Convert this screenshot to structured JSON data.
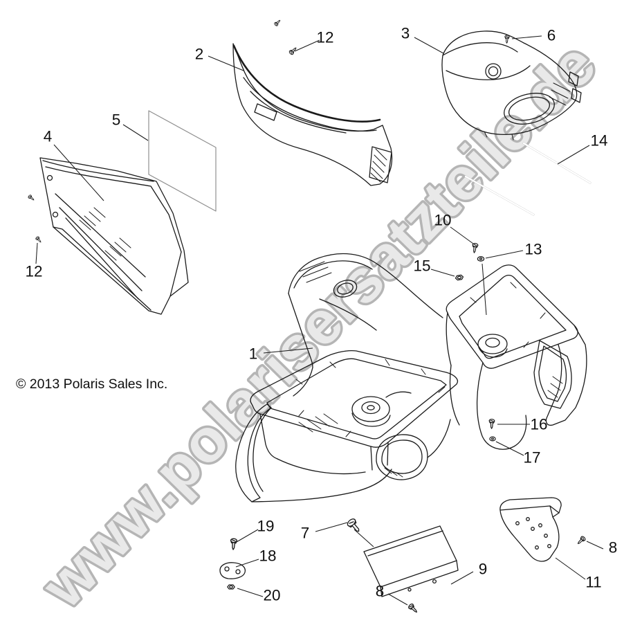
{
  "page": {
    "kind": "exploded-parts-diagram",
    "background": "#ffffff",
    "line_color": "#1a1a1a"
  },
  "watermark": {
    "text": "www.polarisersatzteile.de",
    "fill": "#e9e9e9",
    "stroke": "#b5b5b5"
  },
  "copyright": {
    "text": "© 2013 Polaris Sales Inc."
  },
  "callouts": [
    {
      "id": "2",
      "text": "2"
    },
    {
      "id": "12a",
      "text": "12"
    },
    {
      "id": "3",
      "text": "3"
    },
    {
      "id": "6",
      "text": "6"
    },
    {
      "id": "4",
      "text": "4"
    },
    {
      "id": "5",
      "text": "5"
    },
    {
      "id": "14",
      "text": "14"
    },
    {
      "id": "12b",
      "text": "12"
    },
    {
      "id": "10",
      "text": "10"
    },
    {
      "id": "13",
      "text": "13"
    },
    {
      "id": "15",
      "text": "15"
    },
    {
      "id": "1",
      "text": "1"
    },
    {
      "id": "16",
      "text": "16"
    },
    {
      "id": "17",
      "text": "17"
    },
    {
      "id": "19",
      "text": "19"
    },
    {
      "id": "7",
      "text": "7"
    },
    {
      "id": "18",
      "text": "18"
    },
    {
      "id": "8a",
      "text": "8"
    },
    {
      "id": "9",
      "text": "9"
    },
    {
      "id": "11",
      "text": "11"
    },
    {
      "id": "8b",
      "text": "8"
    },
    {
      "id": "20",
      "text": "20"
    }
  ]
}
